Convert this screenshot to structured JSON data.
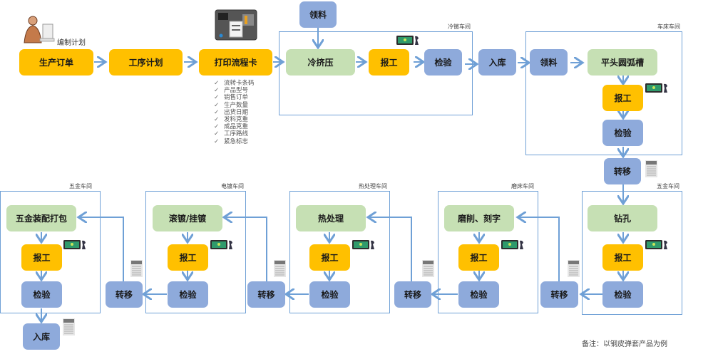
{
  "top_row": {
    "plan_label": "编制计划",
    "production_order": "生产订单",
    "process_plan": "工序计划",
    "print_card": "打印流程卡",
    "card_fields": [
      "流转卡条码",
      "产品型号",
      "销售订单",
      "生产数量",
      "出货日期",
      "发料克重",
      "成品克重",
      "工序路线",
      "紧急标志"
    ],
    "check_mark": "✓"
  },
  "zones": {
    "cold": {
      "label": "冷镦车间",
      "pick": "领料",
      "process": "冷挤压",
      "report": "报工",
      "inspect": "检验"
    },
    "stock_in_1": "入库",
    "lathe": {
      "label": "车床车间",
      "pick": "领料",
      "process": "平头圆弧槽",
      "report": "报工",
      "inspect": "检验"
    },
    "transfer_1": "转移",
    "hardware_right": {
      "label": "五金车间",
      "process": "钻孔",
      "report": "报工",
      "inspect": "检验"
    },
    "transfer_2": "转移",
    "grinding": {
      "label": "磨床车间",
      "process": "磨削、刻字",
      "report": "报工",
      "inspect": "检验"
    },
    "transfer_3": "转移",
    "heat": {
      "label": "热处理车间",
      "process": "热处理",
      "report": "报工",
      "inspect": "检验"
    },
    "transfer_4": "转移",
    "plating": {
      "label": "电镀车间",
      "process": "滚镀/挂镀",
      "report": "报工",
      "inspect": "检验"
    },
    "transfer_5": "转移",
    "hardware_left": {
      "label": "五金车间",
      "process": "五金装配打包",
      "report": "报工",
      "inspect": "检验"
    },
    "stock_in_2": "入库"
  },
  "note": "备注：以钢皮弹套产品为例",
  "colors": {
    "report": "#ffc000",
    "process": "#c6e0b4",
    "logistics": "#8eaadb",
    "line": "#6fa0d6"
  }
}
